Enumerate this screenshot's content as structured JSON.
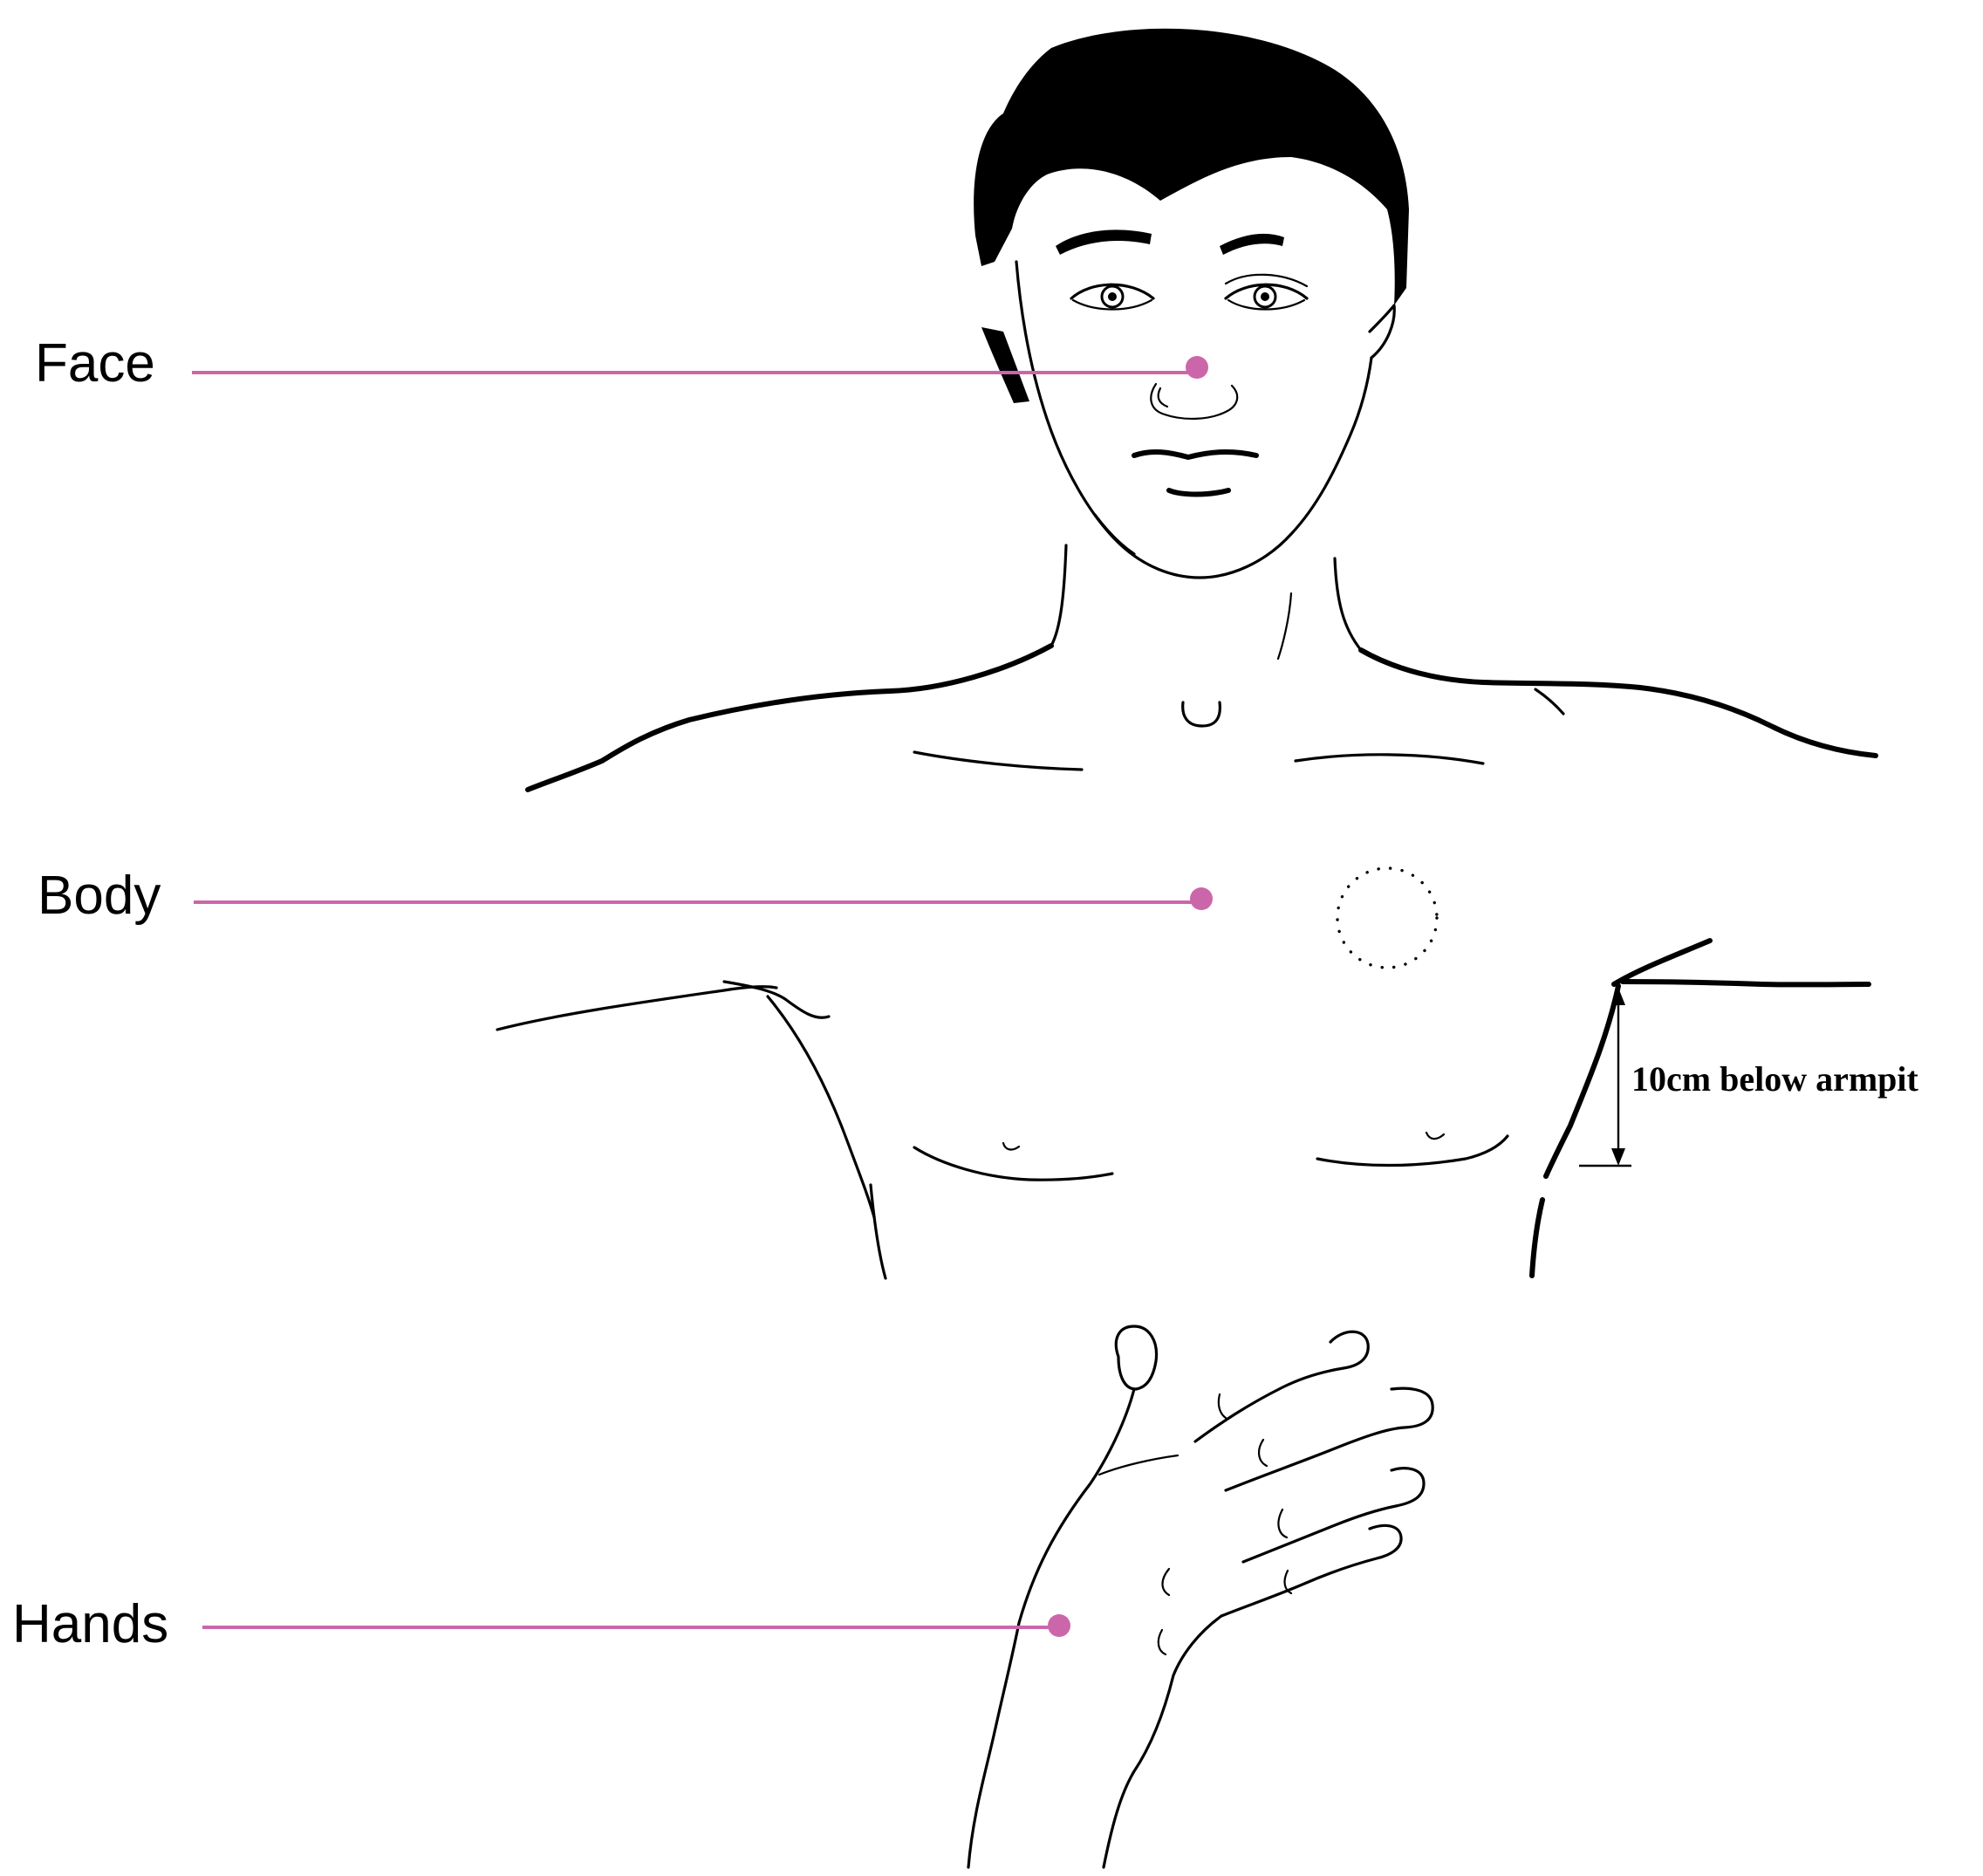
{
  "labels": {
    "face": "Face",
    "body": "Body",
    "hands": "Hands"
  },
  "measurement": {
    "text": "10cm below armpit"
  },
  "colors": {
    "leader_line": "#cc66aa",
    "ink": "#000000",
    "background": "#ffffff"
  },
  "icons": {
    "application_site_marker": "dotted-circle"
  }
}
